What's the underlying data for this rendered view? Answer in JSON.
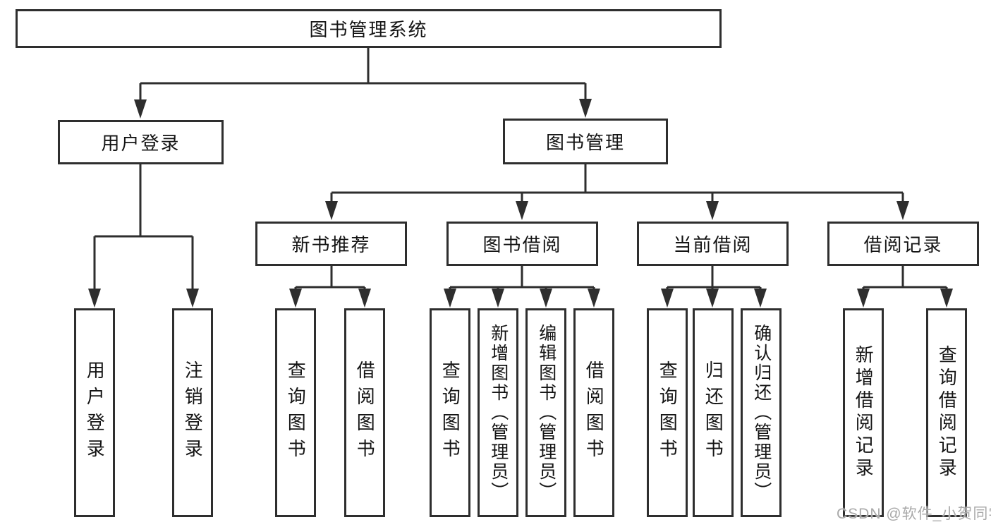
{
  "watermark": "CSDN @软件_小贺同学",
  "colors": {
    "line": "#2e2e2e",
    "text": "#141414",
    "background": "#ffffff"
  },
  "tree": {
    "root": {
      "label": "图书管理系统"
    },
    "branches": [
      {
        "label": "用户登录",
        "children": [
          {
            "label": "用户登录"
          },
          {
            "label": "注销登录"
          }
        ]
      },
      {
        "label": "图书管理",
        "children": [
          {
            "label": "新书推荐",
            "children": [
              {
                "label": "查询图书"
              },
              {
                "label": "借阅图书"
              }
            ]
          },
          {
            "label": "图书借阅",
            "children": [
              {
                "label": "查询图书"
              },
              {
                "label": "新增图书（管理员）"
              },
              {
                "label": "编辑图书（管理员）"
              },
              {
                "label": "借阅图书"
              }
            ]
          },
          {
            "label": "当前借阅",
            "children": [
              {
                "label": "查询图书"
              },
              {
                "label": "归还图书"
              },
              {
                "label": "确认归还（管理员）"
              }
            ]
          },
          {
            "label": "借阅记录",
            "children": [
              {
                "label": "新增借阅记录"
              },
              {
                "label": "查询借阅记录"
              }
            ]
          }
        ]
      }
    ]
  }
}
